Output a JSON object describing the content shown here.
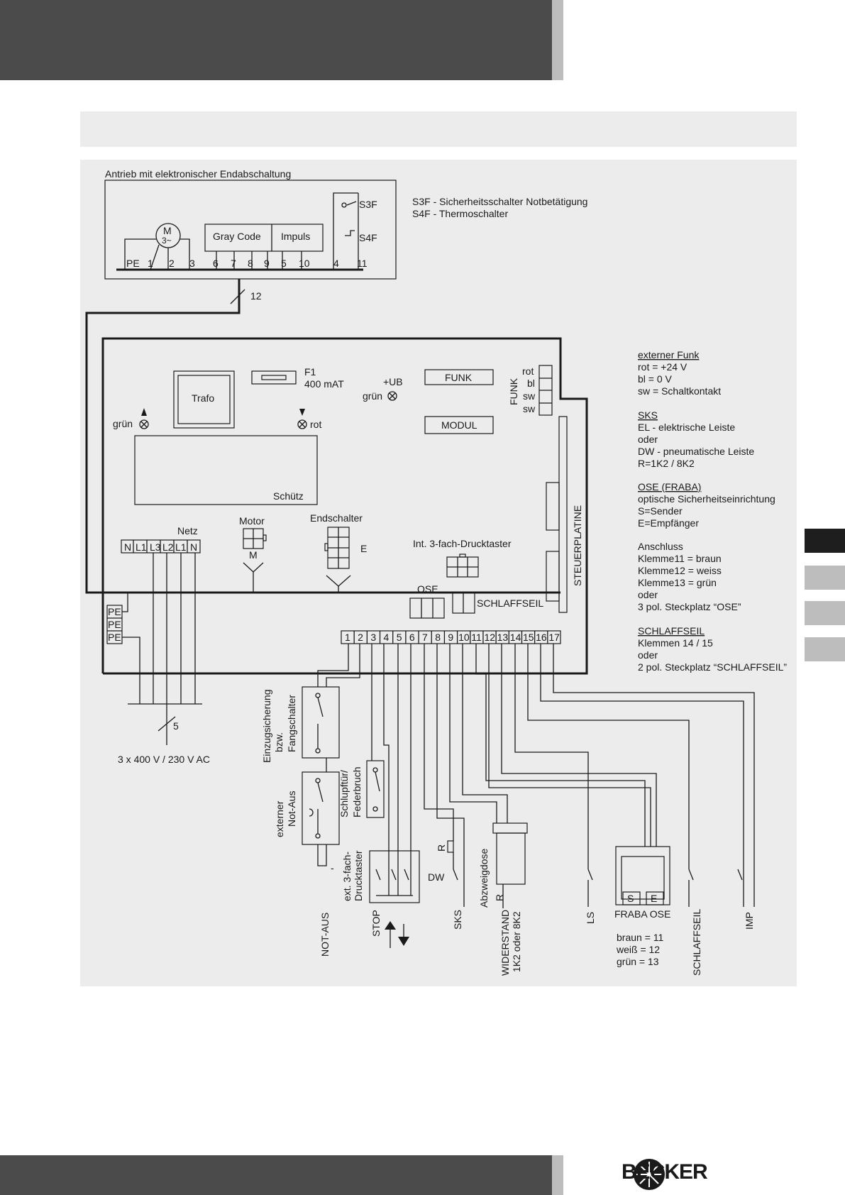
{
  "brand": {
    "name": "BECKER"
  },
  "drive": {
    "title": "Antrieb mit elektronischer Endabschaltung",
    "motor_symbol": "M",
    "motor_phase": "3~",
    "graycode": "Gray Code",
    "impuls": "Impuls",
    "s3f": "S3F",
    "s4f": "S4F",
    "terminals": [
      "PE",
      "1",
      "2",
      "3",
      "6",
      "7",
      "8",
      "9",
      "5",
      "10",
      "4",
      "11"
    ],
    "cable_count": "12"
  },
  "legend_top": [
    "S3F - Sicherheitsschalter Notbetätigung",
    "S4F - Thermoschalter"
  ],
  "board": {
    "f1": "F1",
    "fuse": "400 mAT",
    "trafo": "Trafo",
    "gruen_left": "grün",
    "rot": "rot",
    "ub": "+UB",
    "gruen_ub": "grün",
    "funk_btn": "FUNK",
    "modul": "MODUL",
    "funk_vertical": "FUNK",
    "funk_pins": [
      "rot",
      "bl",
      "sw",
      "sw"
    ],
    "schuetz": "Schütz",
    "netz": "Netz",
    "netz_terms": [
      "N",
      "L1",
      "L3",
      "L2",
      "L1",
      "N"
    ],
    "motor": "Motor",
    "motor_m": "M",
    "endschalter": "Endschalter",
    "endschalter_e": "E",
    "drucktaster": "Int. 3-fach-Drucktaster",
    "ose": "OSE",
    "schlaffseil": "SCHLAFFSEIL",
    "steuerplatine": "STEUERPLATINE",
    "pe": [
      "PE",
      "PE",
      "PE"
    ],
    "terminals": [
      "1",
      "2",
      "3",
      "4",
      "5",
      "6",
      "7",
      "8",
      "9",
      "10",
      "11",
      "12",
      "13",
      "14",
      "15",
      "16",
      "17"
    ]
  },
  "supply": {
    "count": "5",
    "voltage": "3 x 400 V / 230 V AC"
  },
  "notes": [
    {
      "title": "externer Funk",
      "lines": [
        "rot = +24 V",
        "bl = 0 V",
        "sw = Schaltkontakt"
      ]
    },
    {
      "title": "SKS",
      "lines": [
        "EL - elektrische Leiste",
        "oder",
        "DW - pneumatische Leiste",
        "R=1K2 / 8K2"
      ]
    },
    {
      "title": "OSE (FRABA)",
      "lines": [
        "optische Sicherheitseinrichtung",
        "S=Sender",
        "E=Empfänger"
      ]
    },
    {
      "title": "",
      "lines": [
        "Anschluss",
        "Klemme11 = braun",
        "Klemme12 = weiss",
        "Klemme13 = grün",
        "oder",
        "3 pol. Steckplatz “OSE”"
      ]
    },
    {
      "title": "SCHLAFFSEIL",
      "lines": [
        "Klemmen 14 / 15",
        "oder",
        "2 pol. Steckplatz “SCHLAFFSEIL”"
      ]
    }
  ],
  "devices": {
    "einzug": [
      "Einzugsicherung",
      "bzw.",
      "Fangschalter"
    ],
    "notaus_ext": [
      "externer",
      "Not-Aus"
    ],
    "schlupf": [
      "Schlupftür/",
      "Federbruch"
    ],
    "dash": "-",
    "drucktaster_ext": [
      "ext. 3-fach-",
      "Drucktaster"
    ],
    "r1": "R",
    "dw": "DW",
    "abzweig": "Abzweigdose",
    "r2": "R",
    "fraba_s": "S",
    "fraba_e": "E",
    "fraba_label": "FRABA OSE",
    "fraba_colors": [
      "braun = 11",
      "weiß = 12",
      "grün = 13"
    ]
  },
  "bottom_labels": {
    "notaus": "NOT-AUS",
    "stop": "STOP",
    "sks": "SKS",
    "widerstand": [
      "WIDERSTAND",
      "1K2 oder 8K2"
    ],
    "ls": "LS",
    "schlaffseil": "SCHLAFFSEIL",
    "imp": "IMP"
  },
  "colors": {
    "dark_bar": "#4b4b4b",
    "panel": "#ececec",
    "tab_active": "#1e1e1e",
    "tab": "#bdbdbd"
  }
}
